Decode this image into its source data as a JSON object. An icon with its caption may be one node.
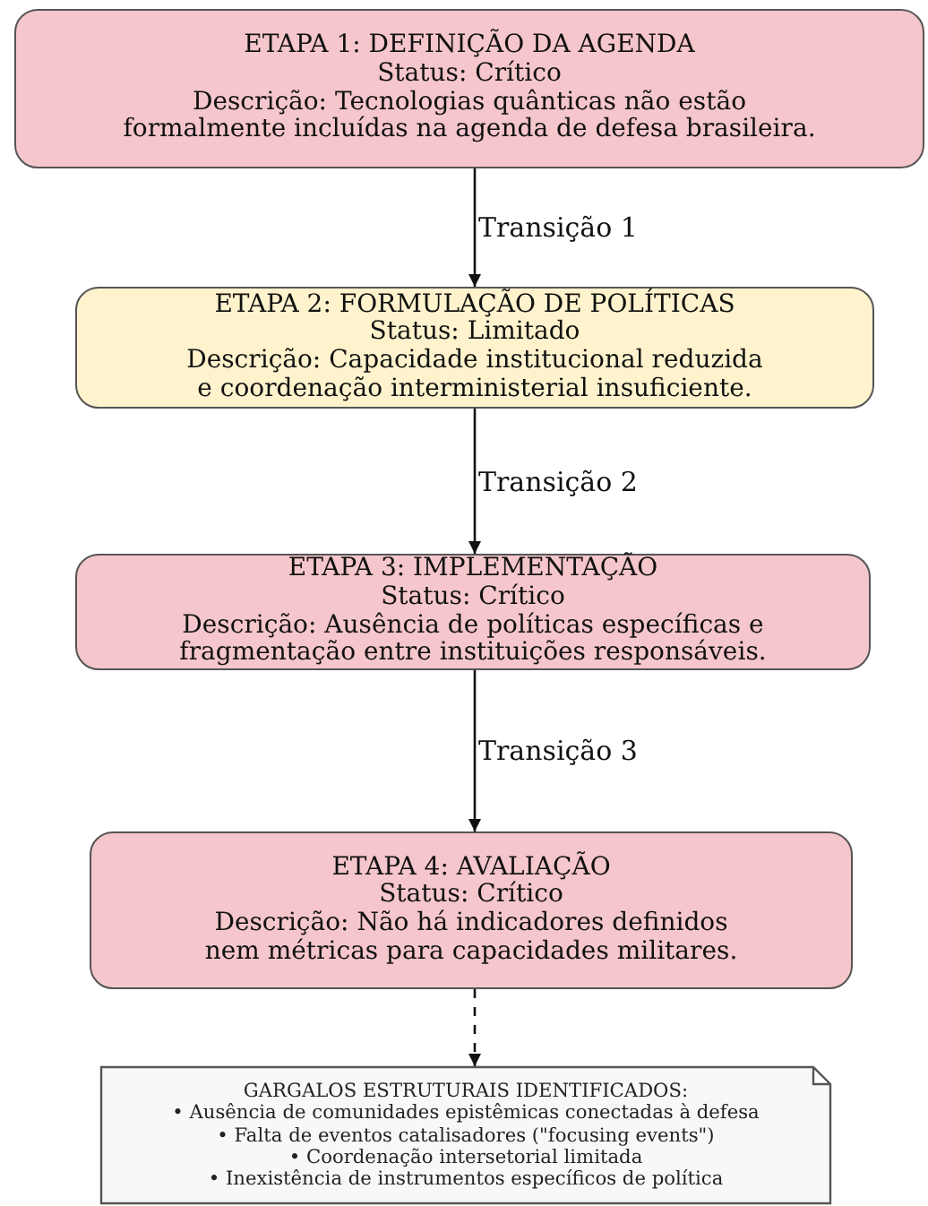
{
  "diagram": {
    "nodes": [
      {
        "text": [
          "ETAPA 1: DEFINIÇÃO DA AGENDA",
          "Status: Crítico",
          "Descrição: Tecnologias quânticas não estão formalmente incluídas na agenda de defesa brasileira."
        ]
      },
      {
        "text": [
          "ETAPA 2: FORMULAÇÃO DE POLÍTICAS",
          "Status: Limitado",
          "Descrição: Capacidade institucional reduzida e coordenação interministerial insuficiente."
        ]
      },
      {
        "text": [
          "ETAPA 3: IMPLEMENTAÇÃO",
          "Status: Crítico",
          "Descrição: Ausência de políticas específicas e fragmentação entre instituições responsáveis."
        ]
      },
      {
        "text": [
          "ETAPA 4: AVALIAÇÃO",
          "Status: Crítico",
          "Descrição: Não há indicadores definidos nem métricas para capacidades militares."
        ]
      },
      {
        "text": [
          "GARGALOS ESTRUTURAIS IDENTIFICADOS:",
          "• Ausência de comunidades epistêmicas conectadas à defesa",
          "• Falta de eventos catalisadores (\"focusing events\")",
          "• Coordenação intersetorial limitada",
          "• Inexistência de instrumentos específicos de política"
        ]
      }
    ],
    "edges": [
      {
        "from": 0,
        "to": 1,
        "arrow": "to",
        "label": "Transição 1"
      },
      {
        "from": 1,
        "to": 2,
        "arrow": "to",
        "label": "Transição 2"
      },
      {
        "from": 2,
        "to": 3,
        "arrow": "to",
        "label": "Transição 3"
      },
      {
        "from": 3,
        "to": 4,
        "arrow": "to",
        "style": "dashed"
      }
    ]
  }
}
